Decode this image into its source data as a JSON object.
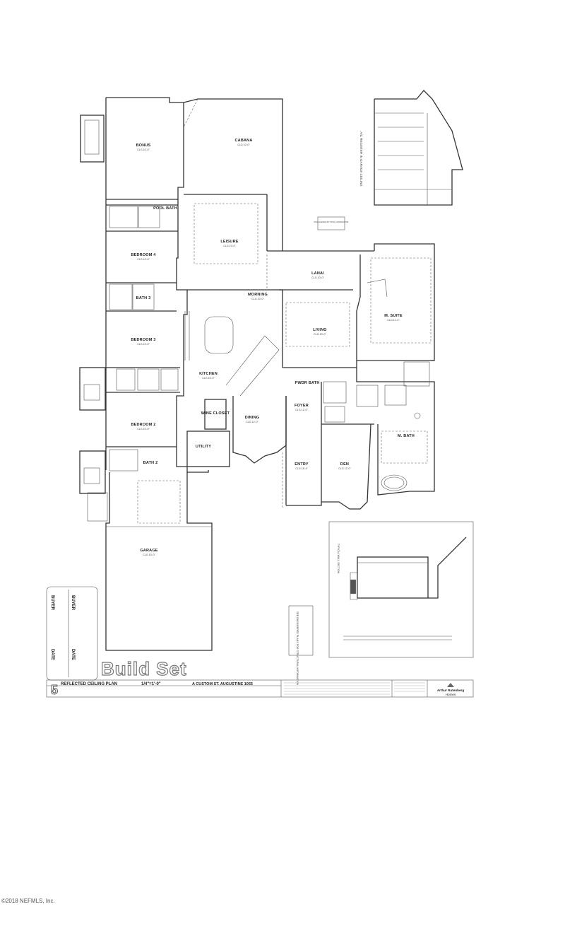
{
  "rooms": {
    "bonus": "BONUS",
    "cabana": "CABANA",
    "pool_bath": "POOL BATH",
    "bedroom4": "BEDROOM 4",
    "leisure": "LEISURE",
    "bath3": "BATH 3",
    "morning": "MORNING",
    "lanai": "LANAI",
    "m_suite": "M. SUITE",
    "living": "LIVING",
    "bedroom3": "BEDROOM 3",
    "kitchen": "KITCHEN",
    "powder_bath": "PWDR BATH",
    "foyer": "FOYER",
    "wine_closet": "WINE CLOSET",
    "dining": "DINING",
    "bedroom2": "BEDROOM 2",
    "utility": "UTILITY",
    "bath2": "BATH 2",
    "m_bath": "M. BATH",
    "entry": "ENTRY",
    "den": "DEN",
    "garage": "GARAGE"
  },
  "notes": {
    "garage_ceiling": "A/C REGISTER IN GARAGE CEILING",
    "pool_design": "POOL DESIGN BY POOL CONTRACTOR",
    "engineered_plans": "SEE ENGINEERED PLANS FOR STRUCTURAL INFORMATION"
  },
  "buyer_block": {
    "buyer1": "BUYER",
    "date1": "DATE",
    "buyer2": "BUYER",
    "date2": "DATE"
  },
  "stamp": "Build Set",
  "title_block": {
    "sheet": "5",
    "title": "REFLECTED CEILING PLAN",
    "scale": "1/4\"=1'-0\"",
    "project": "A CUSTOM ST. AUGUSTINE 1055",
    "company_line1": "Arthur Rutenberg",
    "company_line2": "Homes"
  },
  "copyright": "©2018 NEFMLS, Inc."
}
